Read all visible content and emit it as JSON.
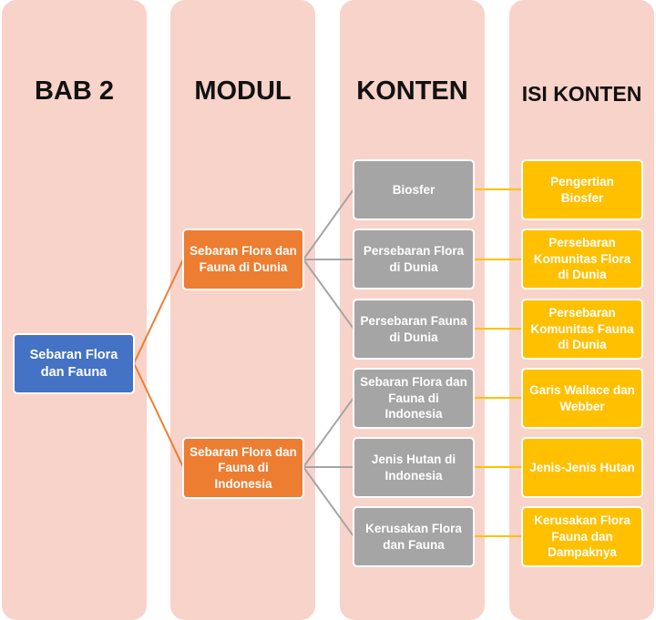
{
  "columns": {
    "bab": "BAB 2",
    "modul": "MODUL",
    "konten": "KONTEN",
    "isi": "ISI KONTEN"
  },
  "root": "Sebaran Flora dan Fauna",
  "modules": [
    "Sebaran Flora dan Fauna di Dunia",
    "Sebaran Flora dan Fauna di Indonesia"
  ],
  "contents": [
    "Biosfer",
    "Persebaran Flora di Dunia",
    "Persebaran Fauna di Dunia",
    "Sebaran Flora dan Fauna di Indonesia",
    "Jenis Hutan di Indonesia",
    "Kerusakan Flora dan Fauna"
  ],
  "details": [
    "Pengertian Biosfer",
    "Persebaran Komunitas Flora di Dunia",
    "Persebaran Komunitas Fauna di Dunia",
    "Garis Wallace dan Webber",
    "Jenis-Jenis Hutan",
    "Kerusakan Flora Fauna dan Dampaknya"
  ],
  "colors": {
    "column_bg": "#f8d3c9",
    "root": "#4472c4",
    "module": "#ed7d31",
    "content": "#a5a5a5",
    "detail": "#ffc000"
  }
}
